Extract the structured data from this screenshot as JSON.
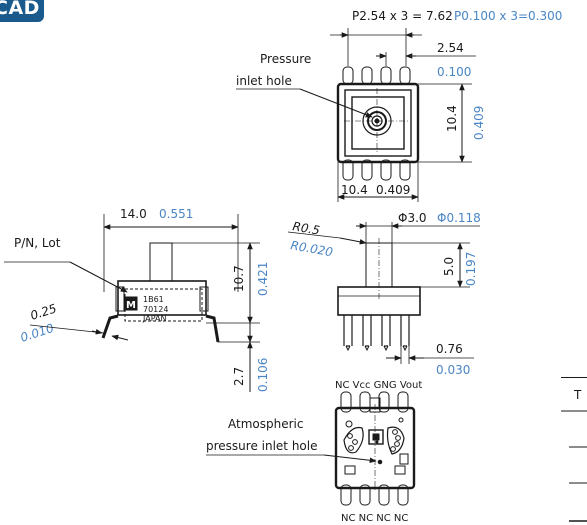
{
  "section_title": "CAD data",
  "colors": {
    "accent": "#1a5a8c",
    "inch_value": "#4a86c5",
    "mm_value": "#1a1a1a"
  },
  "top_view": {
    "pitch_mm": "P2.54 x 3 = 7.62",
    "pitch_in": "P0.100 x 3=0.300",
    "pin_pitch_mm": "2.54",
    "pin_pitch_in": "0.100",
    "height_mm": "10.4",
    "height_in": "0.409",
    "width_mm": "10.4",
    "width_in": "0.409",
    "pressure_label_line1": "Pressure",
    "pressure_label_line2": "inlet hole"
  },
  "side_view": {
    "length_mm": "14.0",
    "length_in": "0.551",
    "pn_label": "P/N, Lot",
    "body_height_mm": "10.7",
    "body_height_in": "0.421",
    "lead_mm": "0.25",
    "lead_in": "0.010",
    "pin_length_mm": "2.7",
    "pin_length_in": "0.106",
    "marking_line1": "1B61",
    "marking_line2": "70124",
    "marking_line3": "JAPAN",
    "logo_letter": "M"
  },
  "front_view": {
    "radius_mm": "R0.5",
    "radius_in": "R0.020",
    "diameter_mm": "Φ3.0",
    "diameter_in": "Φ0.118",
    "nozzle_height_mm": "5.0",
    "nozzle_height_in": "0.197",
    "pin_width_mm": "0.76",
    "pin_width_in": "0.030"
  },
  "bottom_view": {
    "top_pins": "NC Vcc GNG Vout",
    "bottom_pins": "NC NC NC NC",
    "atm_label_line1": "Atmospheric",
    "atm_label_line2": "pressure inlet hole"
  },
  "table_stub": {
    "header": "T"
  }
}
